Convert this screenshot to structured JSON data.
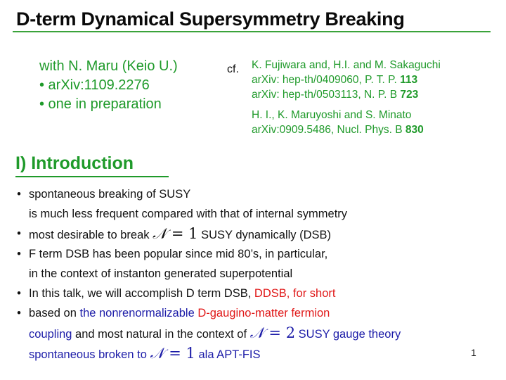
{
  "slide": {
    "title": "D-term Dynamical Supersymmetry Breaking",
    "page_number": "1",
    "colors": {
      "green": "#1f9a2a",
      "blue": "#1c1ca8",
      "red": "#e01818",
      "rule": "#3aa33a"
    }
  },
  "collaboration": {
    "lines": [
      "with N. Maru (Keio U.)",
      "• arXiv:1109.2276",
      "• one in preparation"
    ]
  },
  "references": {
    "cf_label": "cf.",
    "group1": [
      {
        "text": "K. Fujiwara and, H.I. and M. Sakaguchi",
        "bold": ""
      },
      {
        "text": "arXiv: hep-th/0409060, P. T. P. ",
        "bold": "113"
      },
      {
        "text": "arXiv: hep-th/0503113, N. P. B ",
        "bold": "723"
      }
    ],
    "group2": [
      {
        "text": "H. I., K. Maruyoshi and S. Minato",
        "bold": ""
      },
      {
        "text": "arXiv:0909.5486,  Nucl. Phys. B ",
        "bold": "830"
      }
    ]
  },
  "section": {
    "heading": "I) Introduction"
  },
  "bullets": {
    "b1": {
      "bullet": "•",
      "line1": "spontaneous breaking of SUSY",
      "line2": "is much less frequent compared with that of internal symmetry"
    },
    "b2": {
      "bullet": "•",
      "pre": "most desirable to break ",
      "math_sym": "𝒩",
      "math_eq": " = 1",
      "post": " SUSY dynamically (DSB)"
    },
    "b3": {
      "bullet": "•",
      "line1": "F term DSB has been popular since mid 80’s, in particular,",
      "line2": "in the context of instanton generated superpotential"
    },
    "b4": {
      "bullet": "•",
      "pre": "In this talk, we will accomplish D term DSB, ",
      "red": "DDSB, for short"
    },
    "b5": {
      "bullet": "•",
      "l1_pre": "based on ",
      "l1_blue": "the nonrenormalizable",
      "l1_red": " D-gaugino-matter fermion",
      "l2_blue": "coupling",
      "l2_black": " and most natural in the context of ",
      "l2_math_sym": "𝒩",
      "l2_math_eq": " = 2",
      "l2_post": "  SUSY  gauge theory",
      "l3_pre": "spontaneous broken to ",
      "l3_math_sym": "𝒩",
      "l3_math_eq": " = 1",
      "l3_post": "  ala APT-FIS"
    }
  }
}
